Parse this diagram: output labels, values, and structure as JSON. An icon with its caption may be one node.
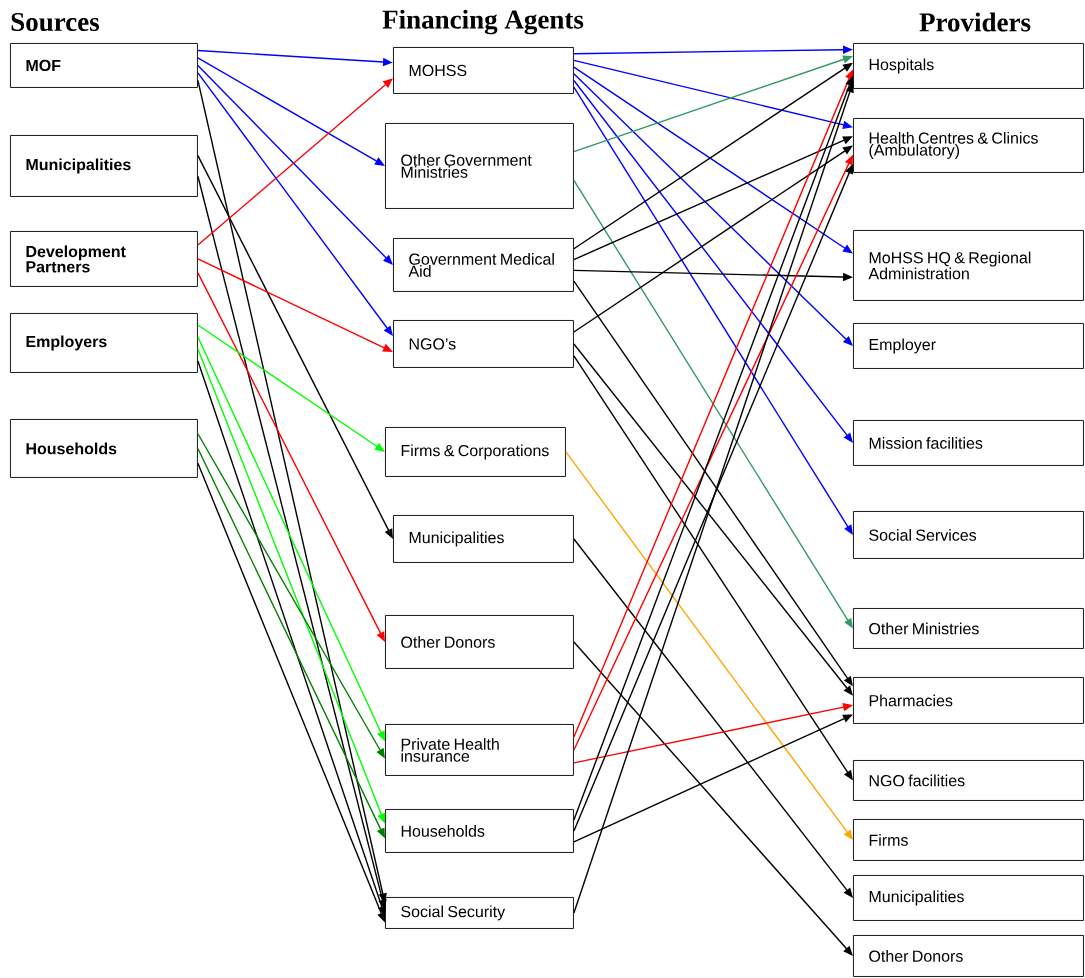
{
  "diagram": {
    "nodes": [
      {
        "text": [
          "MOF"
        ]
      },
      {
        "text": [
          "Municipalities"
        ]
      },
      {
        "text": [
          "Development Partners"
        ]
      },
      {
        "text": [
          "Employers"
        ]
      },
      {
        "text": [
          "Households"
        ]
      },
      {
        "text": [
          "MOHSS"
        ]
      },
      {
        "text": [
          "Other Government Ministries"
        ]
      },
      {
        "text": [
          "Government Medical Aid"
        ]
      },
      {
        "text": [
          "NGO’s"
        ]
      },
      {
        "text": [
          "Firms & Corporations"
        ]
      },
      {
        "text": [
          "Municipalities"
        ]
      },
      {
        "text": [
          "Other Donors"
        ]
      },
      {
        "text": [
          "Private Health insurance"
        ]
      },
      {
        "text": [
          "Households"
        ]
      },
      {
        "text": [
          "Social Security"
        ]
      },
      {
        "text": [
          "Hospitals"
        ]
      },
      {
        "text": [
          "Health Centres & Clinics (Ambulatory)"
        ]
      },
      {
        "text": [
          "MoHSS HQ & Regional Administration"
        ]
      },
      {
        "text": [
          "Employer"
        ]
      },
      {
        "text": [
          "Mission facilities"
        ]
      },
      {
        "text": [
          "Social Services"
        ]
      },
      {
        "text": [
          "Other Ministries"
        ]
      },
      {
        "text": [
          "Pharmacies"
        ]
      },
      {
        "text": [
          "NGO facilities"
        ]
      },
      {
        "text": [
          "Firms"
        ]
      },
      {
        "text": [
          "Municipalities"
        ]
      },
      {
        "text": [
          "Other Donors"
        ]
      }
    ],
    "edges": [
      {
        "from": 0,
        "to": 5,
        "arrow": "to",
        "color": "#0000ff"
      },
      {
        "from": 0,
        "to": 6,
        "arrow": "to",
        "color": "#0000ff"
      },
      {
        "from": 0,
        "to": 7,
        "arrow": "to",
        "color": "#0000ff"
      },
      {
        "from": 0,
        "to": 8,
        "arrow": "to",
        "color": "#0000ff"
      },
      {
        "from": 0,
        "to": 14,
        "arrow": "to"
      },
      {
        "from": 1,
        "to": 10,
        "arrow": "to"
      },
      {
        "from": 1,
        "to": 14,
        "arrow": "to"
      },
      {
        "from": 2,
        "to": 5,
        "arrow": "to",
        "color": "#ff0000"
      },
      {
        "from": 2,
        "to": 8,
        "arrow": "to",
        "color": "#ff0000"
      },
      {
        "from": 2,
        "to": 11,
        "arrow": "to",
        "color": "#ff0000"
      },
      {
        "from": 3,
        "to": 9,
        "arrow": "to",
        "color": "#00ff00"
      },
      {
        "from": 3,
        "to": 12,
        "arrow": "to",
        "color": "#00ff00"
      },
      {
        "from": 3,
        "to": 13,
        "arrow": "to",
        "color": "#00ff00"
      },
      {
        "from": 3,
        "to": 14,
        "arrow": "to"
      },
      {
        "from": 4,
        "to": 12,
        "arrow": "to",
        "color": "#008000"
      },
      {
        "from": 4,
        "to": 13,
        "arrow": "to",
        "color": "#008000"
      },
      {
        "from": 4,
        "to": 14,
        "arrow": "to"
      },
      {
        "from": 5,
        "to": 15,
        "arrow": "to",
        "color": "#0000ff"
      },
      {
        "from": 5,
        "to": 16,
        "arrow": "to",
        "color": "#0000ff"
      },
      {
        "from": 5,
        "to": 17,
        "arrow": "to",
        "color": "#0000ff"
      },
      {
        "from": 5,
        "to": 18,
        "arrow": "to",
        "color": "#0000ff"
      },
      {
        "from": 5,
        "to": 19,
        "arrow": "to",
        "color": "#0000ff"
      },
      {
        "from": 5,
        "to": 20,
        "arrow": "to",
        "color": "#0000ff"
      },
      {
        "from": 6,
        "to": 15,
        "arrow": "to",
        "color": "#339966"
      },
      {
        "from": 6,
        "to": 21,
        "arrow": "to",
        "color": "#339966"
      },
      {
        "from": 7,
        "to": 15,
        "arrow": "to"
      },
      {
        "from": 7,
        "to": 16,
        "arrow": "to"
      },
      {
        "from": 7,
        "to": 17,
        "arrow": "to"
      },
      {
        "from": 7,
        "to": 22,
        "arrow": "to"
      },
      {
        "from": 8,
        "to": 16,
        "arrow": "to"
      },
      {
        "from": 8,
        "to": 22,
        "arrow": "to"
      },
      {
        "from": 8,
        "to": 23,
        "arrow": "to"
      },
      {
        "from": 9,
        "to": 24,
        "arrow": "to",
        "color": "#ffa500"
      },
      {
        "from": 10,
        "to": 25,
        "arrow": "to"
      },
      {
        "from": 11,
        "to": 26,
        "arrow": "to"
      },
      {
        "from": 12,
        "to": 15,
        "arrow": "to",
        "color": "#ff0000"
      },
      {
        "from": 12,
        "to": 16,
        "arrow": "to",
        "color": "#ff0000"
      },
      {
        "from": 12,
        "to": 22,
        "arrow": "to",
        "color": "#ff0000"
      },
      {
        "from": 13,
        "to": 15,
        "arrow": "to"
      },
      {
        "from": 13,
        "to": 16,
        "arrow": "to"
      },
      {
        "from": 13,
        "to": 22,
        "arrow": "to"
      },
      {
        "from": 14,
        "to": 15,
        "arrow": "to"
      }
    ],
    "labels": [
      "Sources",
      "Financing Agents",
      "Providers"
    ]
  }
}
